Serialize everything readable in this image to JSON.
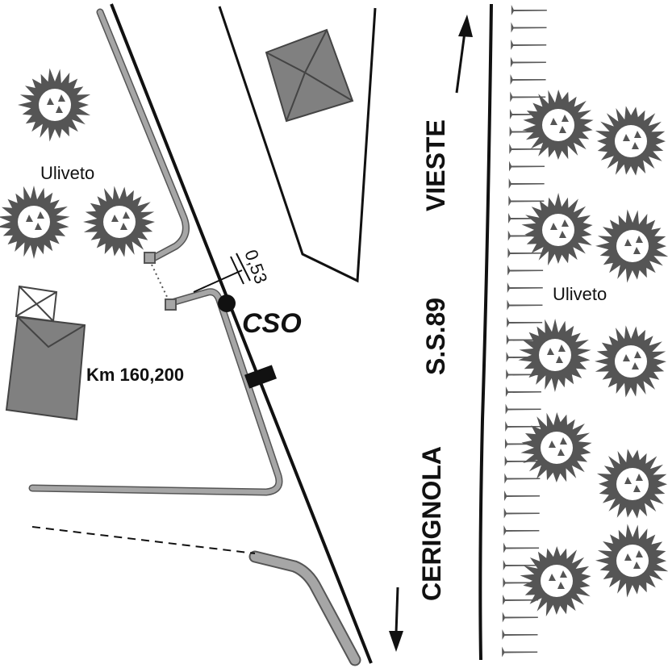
{
  "labels": {
    "olive_grove_left": "Uliveto",
    "olive_grove_right": "Uliveto",
    "road_direction_north": "VIESTE",
    "road_name": "S.S.89",
    "road_direction_south": "CERIGNOLA",
    "cso": "CSO",
    "km_marker": "Km 160,200",
    "distance": "0,53"
  },
  "colors": {
    "tree": "#555555",
    "building": "#808080",
    "pipe": "#a6a6a6",
    "line": "#111111"
  }
}
